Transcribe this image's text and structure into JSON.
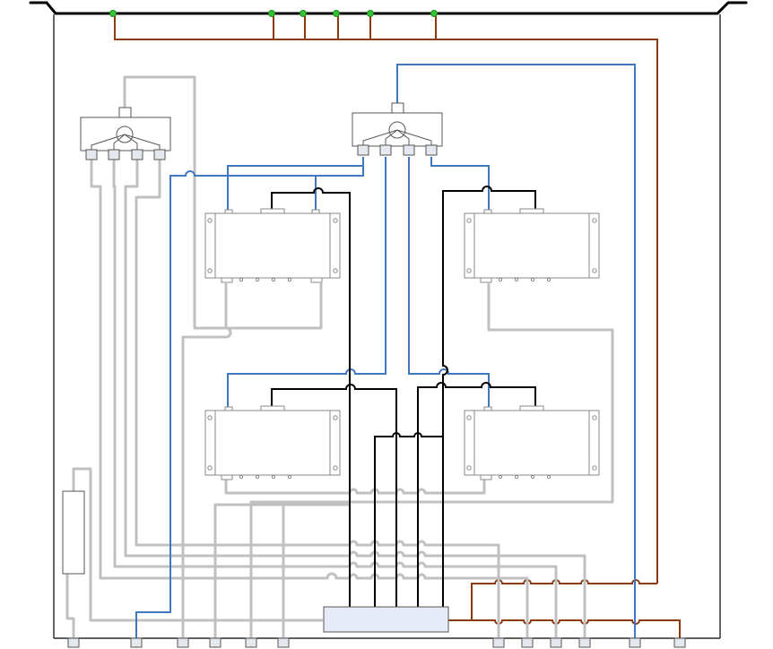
{
  "diagram": {
    "title": "",
    "colors": {
      "background": "#ffffff",
      "frame": "#000000",
      "power": "#8b3a0e",
      "signal_blue": "#3f78c0",
      "signal_black": "#000000",
      "signal_gray": "#c0c0c0",
      "node_green": "#35c235",
      "component_stroke": "#888888",
      "port_fill": "#e4e8ef",
      "port_stroke": "#555555",
      "box_fill": "#e6ebf7"
    },
    "components": [
      {
        "name": "splitter-left",
        "kind": "splitter",
        "ports": 4
      },
      {
        "name": "splitter-right",
        "kind": "splitter",
        "ports": 4
      },
      {
        "name": "module-top-left",
        "kind": "module"
      },
      {
        "name": "module-top-right",
        "kind": "module"
      },
      {
        "name": "module-bottom-left",
        "kind": "module"
      },
      {
        "name": "module-bottom-right",
        "kind": "module"
      },
      {
        "name": "bottom-distribution-box",
        "kind": "box"
      },
      {
        "name": "side-vertical-box",
        "kind": "box"
      }
    ],
    "bottom_connectors": 12,
    "bus_nodes": 6,
    "labels": []
  }
}
